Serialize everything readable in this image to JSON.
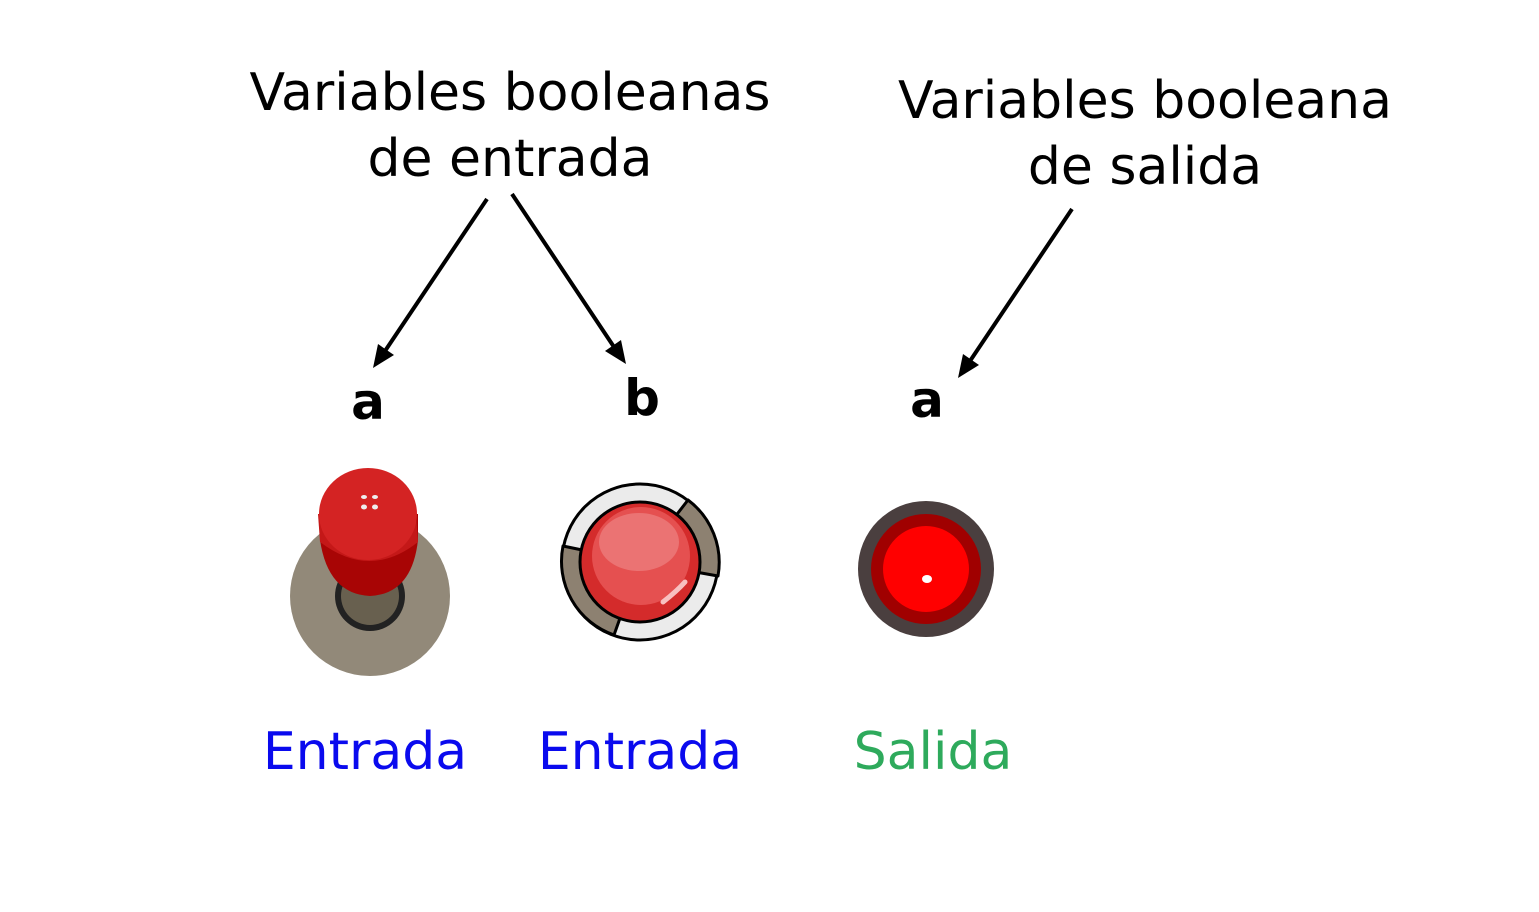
{
  "headings": {
    "input": {
      "line1": "Variables booleanas",
      "line2": "de entrada"
    },
    "output": {
      "line1": "Variables booleana",
      "line2": "de salida"
    }
  },
  "variables": [
    {
      "name": "a",
      "role": "Entrada",
      "device_icon": "toggle-switch-icon"
    },
    {
      "name": "b",
      "role": "Entrada",
      "device_icon": "push-button-icon"
    },
    {
      "name": "a",
      "role": "Salida",
      "device_icon": "indicator-lamp-icon"
    }
  ],
  "colors": {
    "input_role": "#0a0aee",
    "output_role": "#2eaa5c",
    "text": "#000000",
    "device_red": "#d42323",
    "lamp_red": "#ff0000"
  }
}
